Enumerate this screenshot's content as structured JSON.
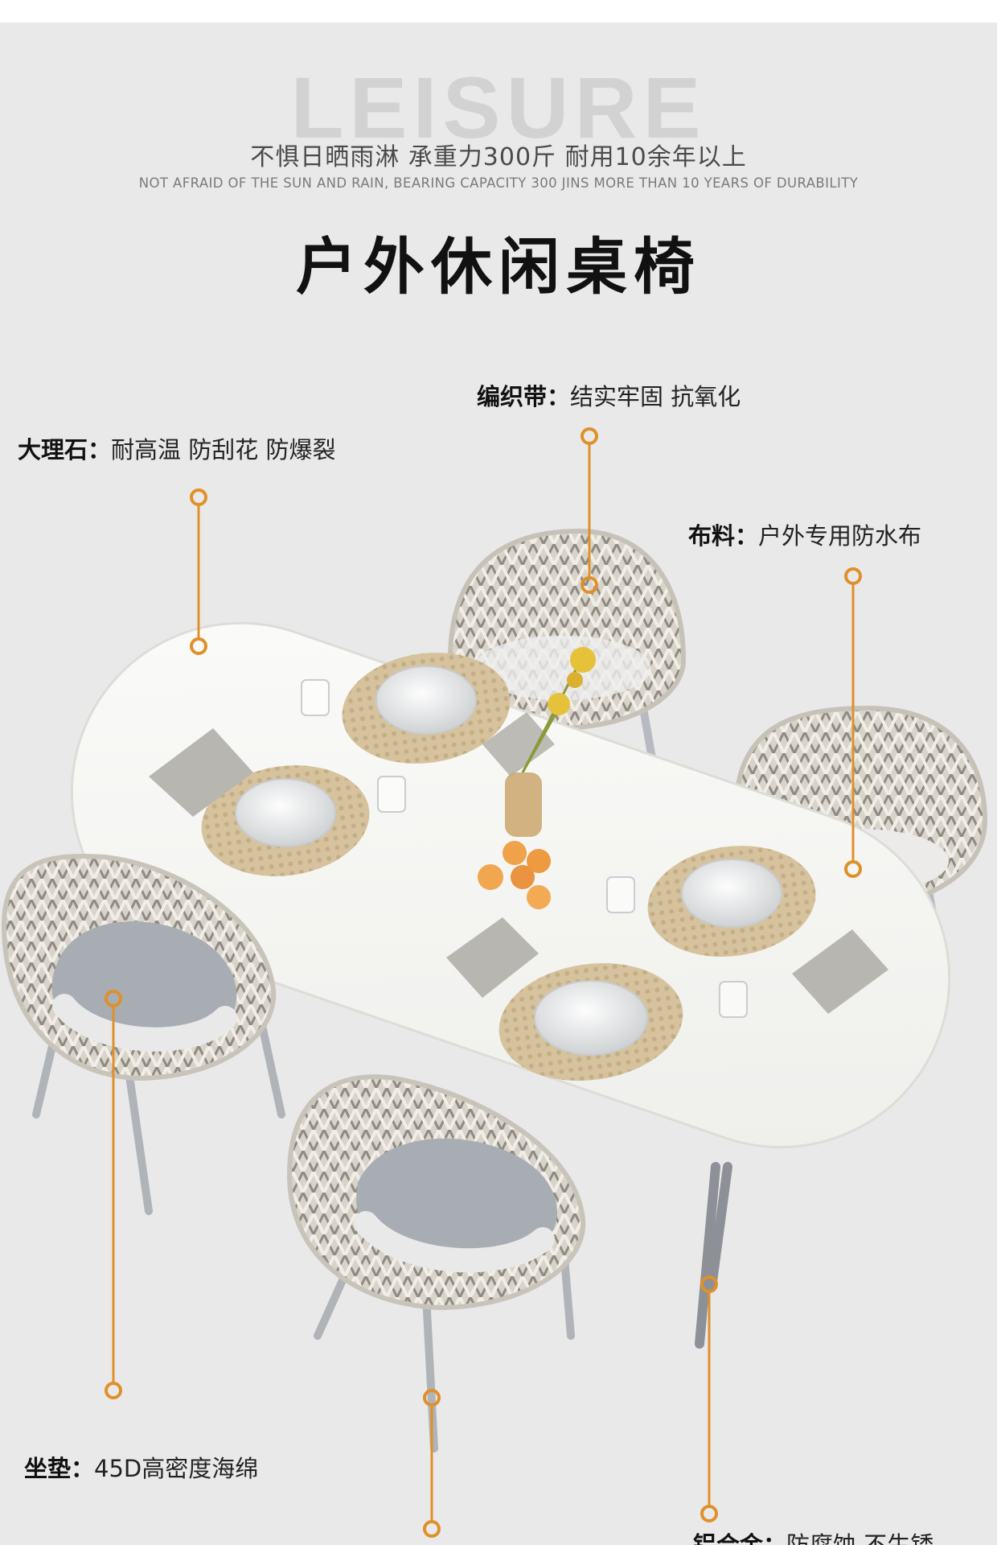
{
  "header": {
    "brand_word": "LEISURE",
    "subtitle_cn": "不惧日晒雨淋  承重力300斤 耐用10余年以上",
    "subtitle_en": "NOT AFRAID OF THE SUN AND RAIN, BEARING CAPACITY 300 JINS MORE THAN 10 YEARS OF DURABILITY",
    "title": "户外休闲桌椅"
  },
  "callouts": {
    "marble": {
      "label": "大理石",
      "separator": "：",
      "text": "耐高温 防刮花 防爆裂"
    },
    "weave": {
      "label": "编织带",
      "separator": "：",
      "text": "结实牢固 抗氧化"
    },
    "fabric": {
      "label": "布料",
      "separator": "：",
      "text": "户外专用防水布"
    },
    "cushion": {
      "label": "坐垫",
      "separator": "：",
      "text": "45D高密度海绵"
    },
    "aluminum": {
      "label": "铝合金",
      "separator": "：",
      "text": "防腐蚀 不生锈"
    }
  },
  "colors": {
    "background": "#e9e9e9",
    "accent": "#e0902a",
    "brand_watermark": "#d2d2d2",
    "tabletop": "#f6f6f4",
    "rope": "#ddd8cf",
    "cushion": "#a9adb4",
    "placemat": "#d8c7a5"
  }
}
